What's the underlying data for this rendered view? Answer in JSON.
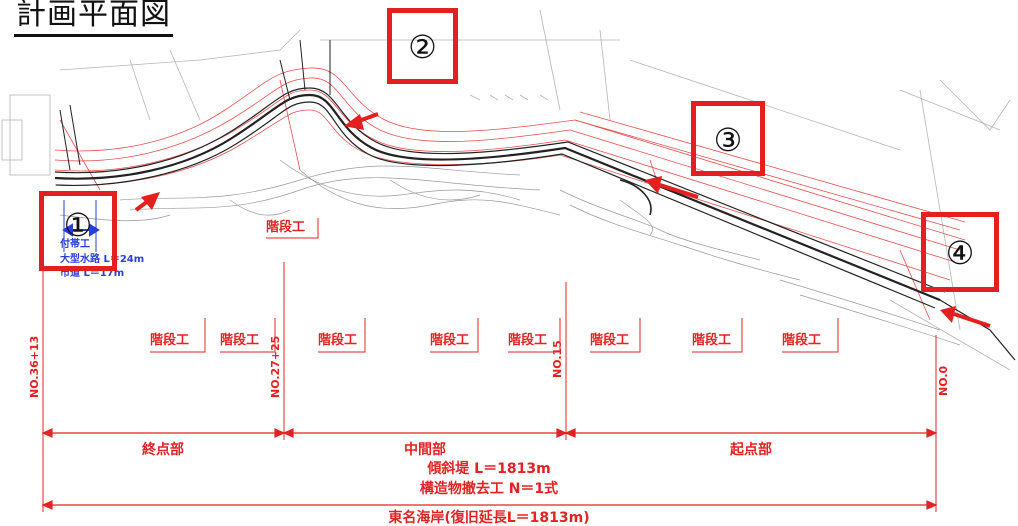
{
  "title": "計画平面図",
  "markers": {
    "m1": "①",
    "m2": "②",
    "m3": "③",
    "m4": "④"
  },
  "stairs_label": "階段工",
  "stations": {
    "s1": "NO.36+13",
    "s2": "NO.27+25",
    "s3": "NO.15",
    "s4": "NO.0"
  },
  "sections": {
    "end": "終点部",
    "middle": "中間部",
    "start": "起点部"
  },
  "works": {
    "slope": "傾斜堤 L＝1813m",
    "removal": "構造物撤去工 N＝1式",
    "coast": "東名海岸(復旧延長L＝1813m)"
  },
  "annotations": {
    "blue1": "付帯工",
    "blue2": "大型水路 L＝24m",
    "blue3": "市道 L＝17m"
  },
  "colors": {
    "accent_red": "#e32323",
    "callout_red": "#e31f1f",
    "annotation_blue": "#2a3fd8",
    "drawing_gray": "#9a9a9a",
    "seawall_dark": "#222222"
  }
}
